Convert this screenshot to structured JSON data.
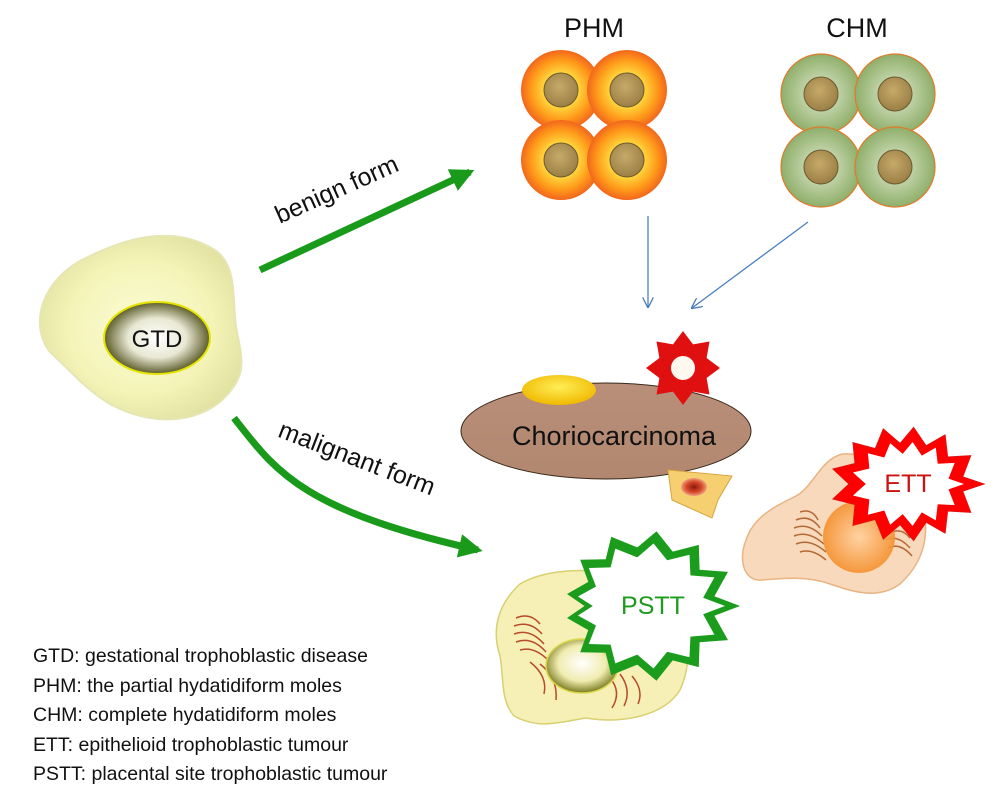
{
  "nodes": {
    "gtd": "GTD",
    "phm": "PHM",
    "chm": "CHM",
    "choriocarcinoma": "Choriocarcinoma",
    "ett": "ETT",
    "pstt": "PSTT"
  },
  "edges": {
    "benign": "benign form",
    "malignant": "malignant form"
  },
  "legend": [
    "GTD: gestational trophoblastic disease",
    "PHM: the partial hydatidiform moles",
    "CHM: complete hydatidiform moles",
    "ETT: epithelioid trophoblastic tumour",
    "PSTT: placental site trophoblastic tumour"
  ],
  "colors": {
    "arrow_green": "#1a9a1a",
    "arrow_blue": "#4a7fc0",
    "burst_red": "#e01010",
    "burst_green": "#1c9c1c",
    "ett_text": "#cc1111",
    "pstt_text": "#1c9c1c"
  }
}
